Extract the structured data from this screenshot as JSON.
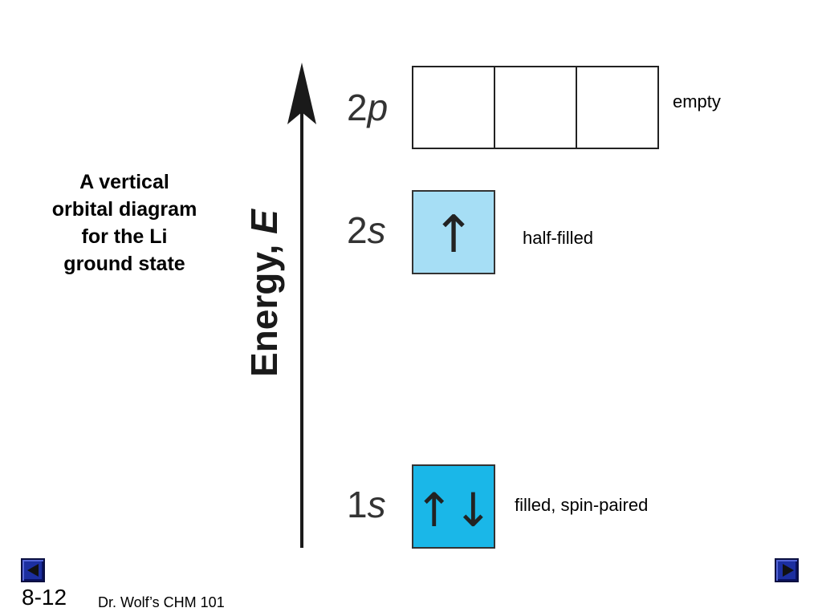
{
  "caption": {
    "lines": [
      "A vertical",
      "orbital diagram",
      "for the Li",
      "ground state"
    ]
  },
  "axis": {
    "label_word": "Energy,",
    "label_symbol": "E"
  },
  "levels": [
    {
      "number": "2",
      "letter": "p",
      "annotation": "empty",
      "fill_color": "#ffffff",
      "electrons": [
        "",
        "",
        ""
      ]
    },
    {
      "number": "2",
      "letter": "s",
      "annotation": "half-filled",
      "fill_color": "#a6def5",
      "electrons": [
        "↑"
      ]
    },
    {
      "number": "1",
      "letter": "s",
      "annotation": "filled, spin-paired",
      "fill_color": "#1ab7e8",
      "electrons": [
        "↑↓"
      ]
    }
  ],
  "footer": {
    "slide_number": "8-12",
    "credit": "Dr. Wolf’s CHM 101"
  },
  "nav": {
    "prev_icon": "triangle-left-icon",
    "next_icon": "triangle-right-icon",
    "color": "#1c2fa0"
  }
}
